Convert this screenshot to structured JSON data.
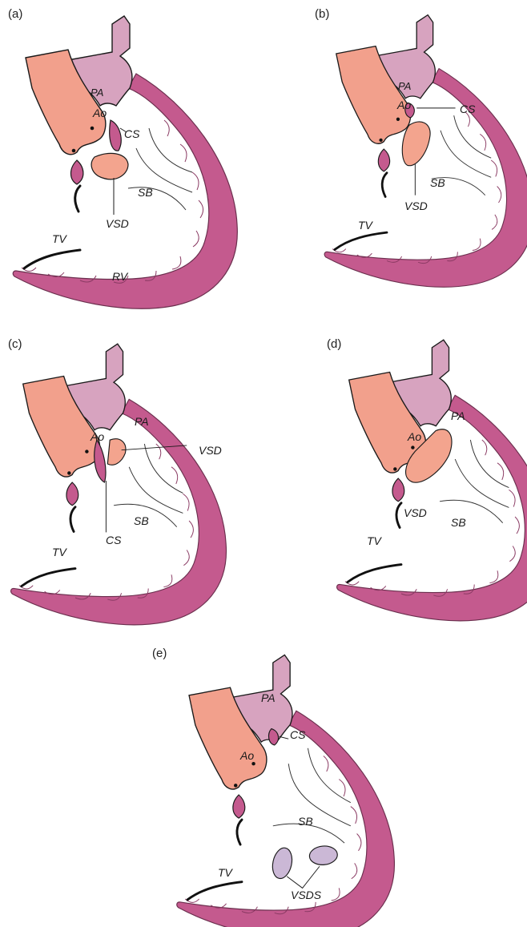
{
  "panels": [
    {
      "id": "a",
      "label": "(a)",
      "labels": {
        "ao": "Ao",
        "pa": "PA",
        "cs": "CS",
        "sb": "SB",
        "vsd": "VSD",
        "tv": "TV",
        "rv": "RV"
      }
    },
    {
      "id": "b",
      "label": "(b)",
      "labels": {
        "ao": "Ao",
        "pa": "PA",
        "cs": "CS",
        "sb": "SB",
        "vsd": "VSD",
        "tv": "TV"
      }
    },
    {
      "id": "c",
      "label": "(c)",
      "labels": {
        "ao": "Ao",
        "pa": "PA",
        "cs": "CS",
        "sb": "SB",
        "vsd": "VSD",
        "tv": "TV"
      }
    },
    {
      "id": "d",
      "label": "(d)",
      "labels": {
        "ao": "Ao",
        "pa": "PA",
        "sb": "SB",
        "vsd": "VSD",
        "tv": "TV"
      }
    },
    {
      "id": "e",
      "label": "(e)",
      "labels": {
        "ao": "Ao",
        "pa": "PA",
        "cs": "CS",
        "sb": "SB",
        "vsds": "VSDS",
        "tv": "TV"
      }
    }
  ],
  "colors": {
    "wall": "#c45a8e",
    "aorta": "#f2a08c",
    "pulmonary_artery": "#d7a3bf",
    "vsd": "#f3a48e",
    "vsds_muscular": "#cbb8d6"
  }
}
